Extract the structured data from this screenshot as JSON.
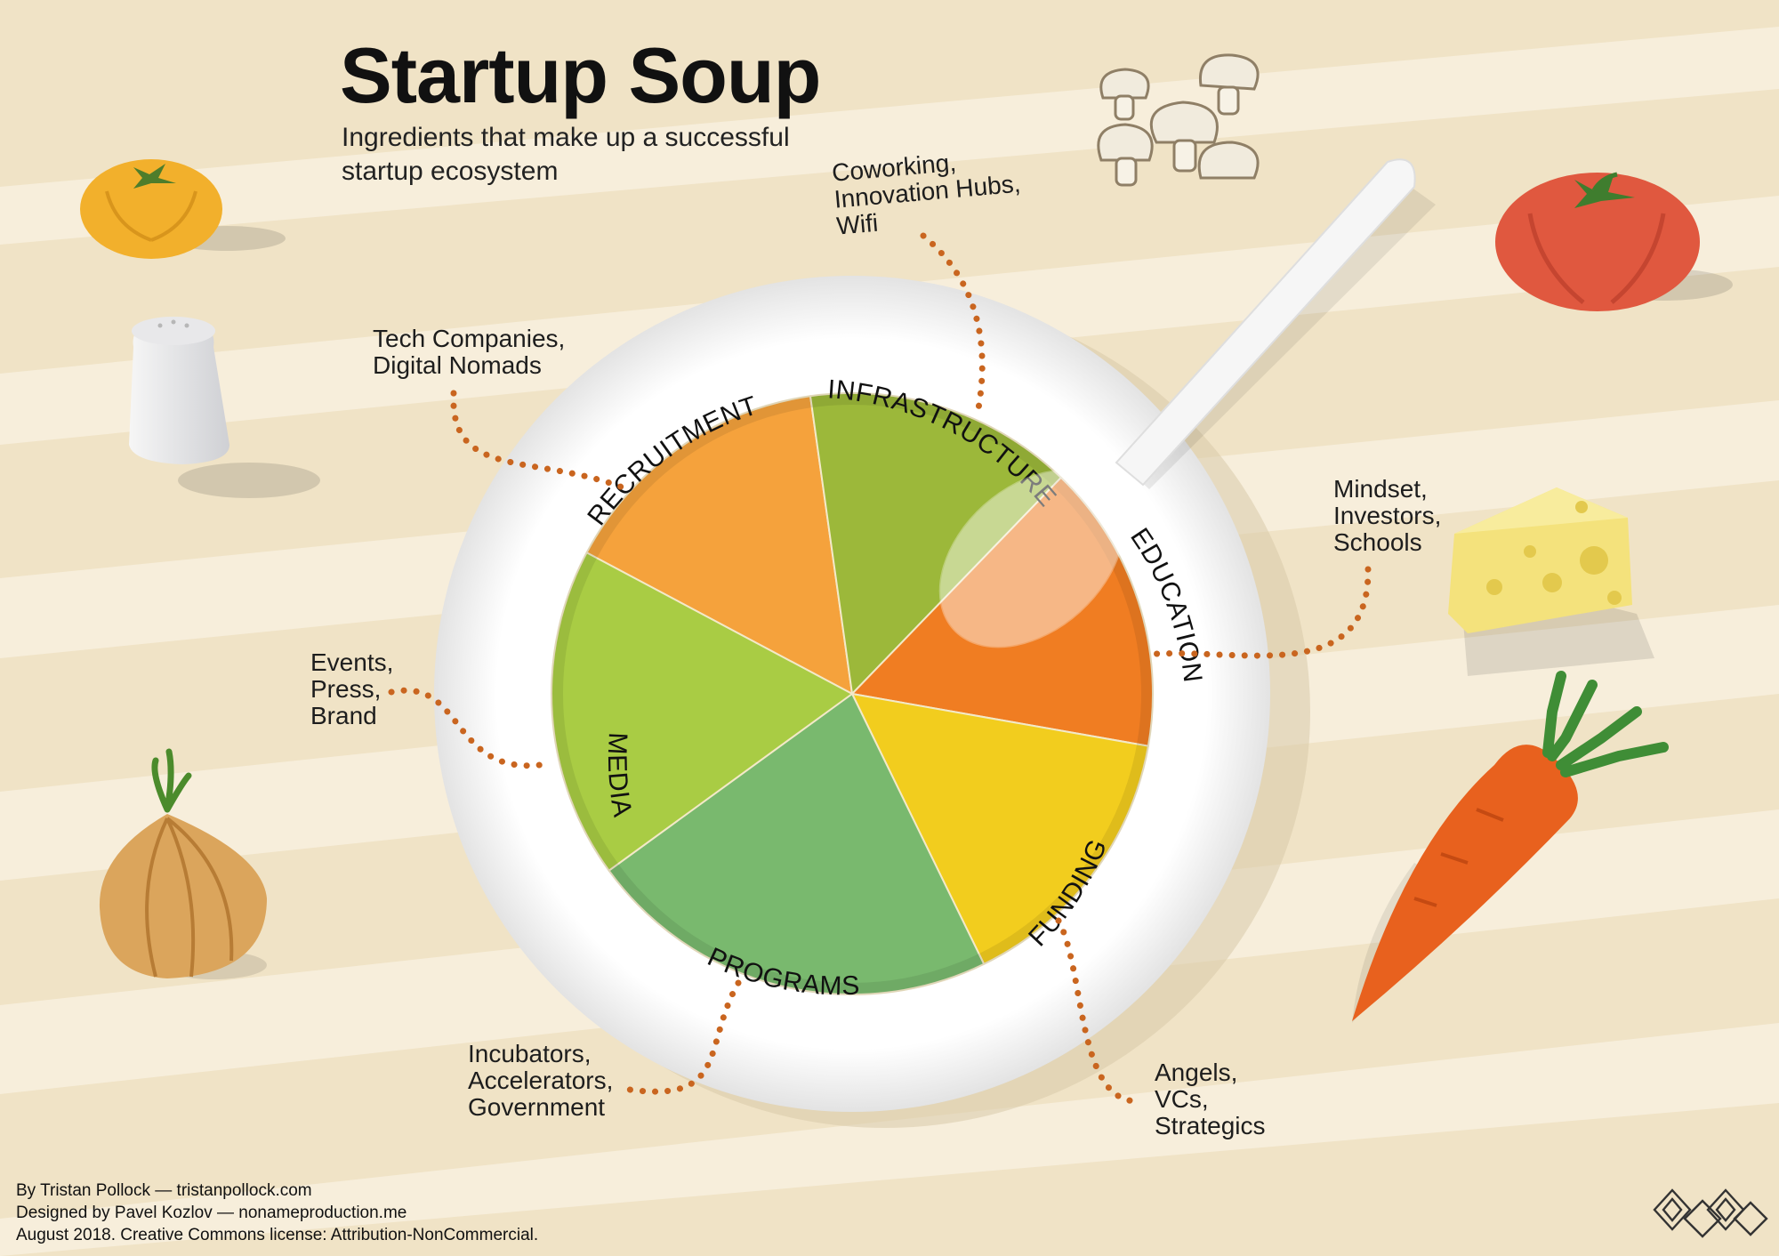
{
  "title": "Startup Soup",
  "subtitle": "Ingredients that make up a successful startup ecosystem",
  "colors": {
    "background": "#f0e3c6",
    "stripe": "#f7eedb",
    "plate": "#f7f7f7",
    "dots": "#c9651f",
    "recruitment": "#f5a23c",
    "infrastructure": "#9cb83a",
    "education": "#f07d22",
    "funding": "#f2cd1e",
    "programs": "#79b96e",
    "media": "#a9cc44"
  },
  "segments": [
    {
      "id": "recruitment",
      "label": "RECRUITMENT",
      "ingredients": "Tech Companies,\nDigital Nomads",
      "color": "#f5a23c"
    },
    {
      "id": "infrastructure",
      "label": "INFRASTRUCTURE",
      "ingredients": "Coworking,\nInnovation Hubs,\nWifi",
      "color": "#9cb83a"
    },
    {
      "id": "education",
      "label": "EDUCATION",
      "ingredients": "Mindset,\nInvestors,\nSchools",
      "color": "#f07d22"
    },
    {
      "id": "funding",
      "label": "FUNDING",
      "ingredients": "Angels,\nVCs,\nStrategics",
      "color": "#f2cd1e"
    },
    {
      "id": "programs",
      "label": "PROGRAMS",
      "ingredients": "Incubators,\nAccelerators,\nGovernment",
      "color": "#79b96e"
    },
    {
      "id": "media",
      "label": "MEDIA",
      "ingredients": "Events,\nPress,\nBrand",
      "color": "#a9cc44"
    }
  ],
  "decorations": [
    "yellow-tomato-icon",
    "salt-shaker-icon",
    "onion-icon",
    "mushrooms-icon",
    "red-tomato-icon",
    "cheese-icon",
    "carrot-icon",
    "spoon-icon",
    "studio-logo-icon"
  ],
  "credits": {
    "line1": "By Tristan Pollock — tristanpollock.com",
    "line2": "Designed by Pavel Kozlov — nonameproduction.me",
    "line3": "August 2018. Creative Commons license: Attribution-NonCommercial."
  }
}
